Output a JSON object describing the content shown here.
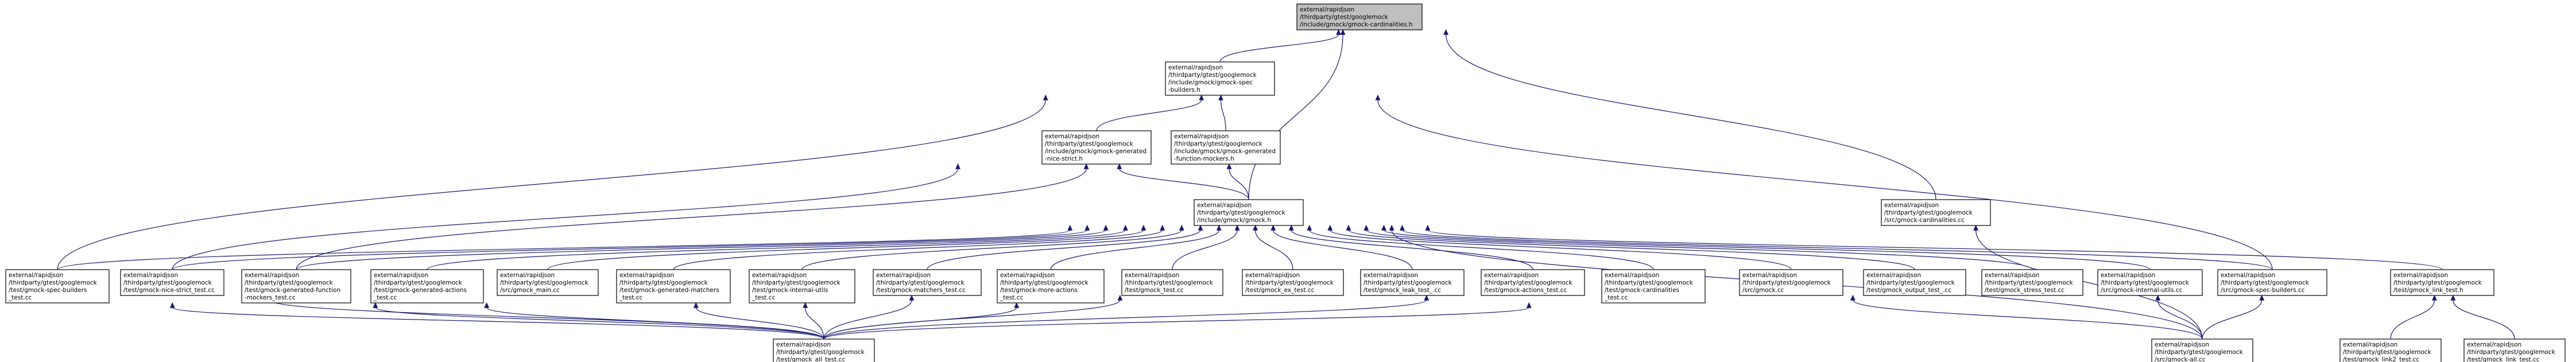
{
  "nodes": {
    "cardinalities_h": [
      "external/rapidjson",
      "/thirdparty/gtest/googlemock",
      "/include/gmock/gmock-cardinalities.h"
    ],
    "spec_builders_h": [
      "external/rapidjson",
      "/thirdparty/gtest/googlemock",
      "/include/gmock/gmock-spec",
      "-builders.h"
    ],
    "nice_strict_h": [
      "external/rapidjson",
      "/thirdparty/gtest/googlemock",
      "/include/gmock/gmock-generated",
      "-nice-strict.h"
    ],
    "function_mockers_h": [
      "external/rapidjson",
      "/thirdparty/gtest/googlemock",
      "/include/gmock/gmock-generated",
      "-function-mockers.h"
    ],
    "gmock_h": [
      "external/rapidjson",
      "/thirdparty/gtest/googlemock",
      "/include/gmock/gmock.h"
    ],
    "src_cardinalities_cc": [
      "external/rapidjson",
      "/thirdparty/gtest/googlemock",
      "/src/gmock-cardinalities.cc"
    ],
    "spec_builders_test_cc": [
      "external/rapidjson",
      "/thirdparty/gtest/googlemock",
      "/test/gmock-spec-builders",
      "_test.cc"
    ],
    "nice_strict_test_cc": [
      "external/rapidjson",
      "/thirdparty/gtest/googlemock",
      "/test/gmock-nice-strict_test.cc"
    ],
    "function_mockers_test_cc": [
      "external/rapidjson",
      "/thirdparty/gtest/googlemock",
      "/test/gmock-generated-function",
      "-mockers_test.cc"
    ],
    "gen_actions_test_cc": [
      "external/rapidjson",
      "/thirdparty/gtest/googlemock",
      "/test/gmock-generated-actions",
      "_test.cc"
    ],
    "gmock_main_cc": [
      "external/rapidjson",
      "/thirdparty/gtest/googlemock",
      "/src/gmock_main.cc"
    ],
    "gen_matchers_test_cc": [
      "external/rapidjson",
      "/thirdparty/gtest/googlemock",
      "/test/gmock-generated-matchers",
      "_test.cc"
    ],
    "internal_utils_test_cc": [
      "external/rapidjson",
      "/thirdparty/gtest/googlemock",
      "/test/gmock-internal-utils",
      "_test.cc"
    ],
    "matchers_test_cc": [
      "external/rapidjson",
      "/thirdparty/gtest/googlemock",
      "/test/gmock-matchers_test.cc"
    ],
    "more_actions_test_cc": [
      "external/rapidjson",
      "/thirdparty/gtest/googlemock",
      "/test/gmock-more-actions",
      "_test.cc"
    ],
    "gmock_test_cc": [
      "external/rapidjson",
      "/thirdparty/gtest/googlemock",
      "/test/gmock_test.cc"
    ],
    "ex_test_cc": [
      "external/rapidjson",
      "/thirdparty/gtest/googlemock",
      "/test/gmock_ex_test.cc"
    ],
    "leak_test_cc": [
      "external/rapidjson",
      "/thirdparty/gtest/googlemock",
      "/test/gmock_leak_test_.cc"
    ],
    "actions_test_cc": [
      "external/rapidjson",
      "/thirdparty/gtest/googlemock",
      "/test/gmock-actions_test.cc"
    ],
    "cardinalities_test_cc": [
      "external/rapidjson",
      "/thirdparty/gtest/googlemock",
      "/test/gmock-cardinalities",
      "_test.cc"
    ],
    "src_gmock_cc": [
      "external/rapidjson",
      "/thirdparty/gtest/googlemock",
      "/src/gmock.cc"
    ],
    "output_test_cc": [
      "external/rapidjson",
      "/thirdparty/gtest/googlemock",
      "/test/gmock_output_test_.cc"
    ],
    "stress_test_cc": [
      "external/rapidjson",
      "/thirdparty/gtest/googlemock",
      "/test/gmock_stress_test.cc"
    ],
    "src_internal_utils_cc": [
      "external/rapidjson",
      "/thirdparty/gtest/googlemock",
      "/src/gmock-internal-utils.cc"
    ],
    "src_spec_builders_cc": [
      "external/rapidjson",
      "/thirdparty/gtest/googlemock",
      "/src/gmock-spec-builders.cc"
    ],
    "link_test_h": [
      "external/rapidjson",
      "/thirdparty/gtest/googlemock",
      "/test/gmock_link_test.h"
    ],
    "all_test_cc": [
      "external/rapidjson",
      "/thirdparty/gtest/googlemock",
      "/test/gmock_all_test.cc"
    ],
    "src_gmock_all_cc": [
      "external/rapidjson",
      "/thirdparty/gtest/googlemock",
      "/src/gmock-all.cc"
    ],
    "link2_test_cc": [
      "external/rapidjson",
      "/thirdparty/gtest/googlemock",
      "/test/gmock_link2_test.cc"
    ],
    "link_test_cc": [
      "external/rapidjson",
      "/thirdparty/gtest/googlemock",
      "/test/gmock_link_test.cc"
    ]
  },
  "edges": [
    [
      "spec_builders_h",
      "cardinalities_h"
    ],
    [
      "gmock_h",
      "cardinalities_h"
    ],
    [
      "src_cardinalities_cc",
      "cardinalities_h"
    ],
    [
      "nice_strict_h",
      "spec_builders_h"
    ],
    [
      "function_mockers_h",
      "spec_builders_h"
    ],
    [
      "spec_builders_test_cc",
      "spec_builders_h"
    ],
    [
      "src_spec_builders_cc",
      "spec_builders_h"
    ],
    [
      "gmock_h",
      "nice_strict_h"
    ],
    [
      "nice_strict_test_cc",
      "nice_strict_h"
    ],
    [
      "gmock_h",
      "function_mockers_h"
    ],
    [
      "function_mockers_test_cc",
      "function_mockers_h"
    ],
    [
      "spec_builders_test_cc",
      "gmock_h"
    ],
    [
      "nice_strict_test_cc",
      "gmock_h"
    ],
    [
      "function_mockers_test_cc",
      "gmock_h"
    ],
    [
      "gen_actions_test_cc",
      "gmock_h"
    ],
    [
      "gmock_main_cc",
      "gmock_h"
    ],
    [
      "gen_matchers_test_cc",
      "gmock_h"
    ],
    [
      "internal_utils_test_cc",
      "gmock_h"
    ],
    [
      "matchers_test_cc",
      "gmock_h"
    ],
    [
      "more_actions_test_cc",
      "gmock_h"
    ],
    [
      "gmock_test_cc",
      "gmock_h"
    ],
    [
      "ex_test_cc",
      "gmock_h"
    ],
    [
      "leak_test_cc",
      "gmock_h"
    ],
    [
      "actions_test_cc",
      "gmock_h"
    ],
    [
      "cardinalities_test_cc",
      "gmock_h"
    ],
    [
      "src_gmock_cc",
      "gmock_h"
    ],
    [
      "output_test_cc",
      "gmock_h"
    ],
    [
      "stress_test_cc",
      "gmock_h"
    ],
    [
      "src_internal_utils_cc",
      "gmock_h"
    ],
    [
      "src_spec_builders_cc",
      "gmock_h"
    ],
    [
      "link_test_h",
      "gmock_h"
    ],
    [
      "src_gmock_all_cc",
      "gmock_h"
    ],
    [
      "src_gmock_all_cc",
      "src_cardinalities_cc"
    ],
    [
      "all_test_cc",
      "spec_builders_test_cc"
    ],
    [
      "all_test_cc",
      "nice_strict_test_cc"
    ],
    [
      "all_test_cc",
      "function_mockers_test_cc"
    ],
    [
      "all_test_cc",
      "gen_actions_test_cc"
    ],
    [
      "all_test_cc",
      "gen_matchers_test_cc"
    ],
    [
      "all_test_cc",
      "internal_utils_test_cc"
    ],
    [
      "all_test_cc",
      "matchers_test_cc"
    ],
    [
      "all_test_cc",
      "more_actions_test_cc"
    ],
    [
      "all_test_cc",
      "gmock_test_cc"
    ],
    [
      "all_test_cc",
      "actions_test_cc"
    ],
    [
      "all_test_cc",
      "cardinalities_test_cc"
    ],
    [
      "src_gmock_all_cc",
      "src_gmock_cc"
    ],
    [
      "src_gmock_all_cc",
      "src_internal_utils_cc"
    ],
    [
      "src_gmock_all_cc",
      "src_spec_builders_cc"
    ],
    [
      "link2_test_cc",
      "link_test_h"
    ],
    [
      "link_test_cc",
      "link_test_h"
    ]
  ]
}
